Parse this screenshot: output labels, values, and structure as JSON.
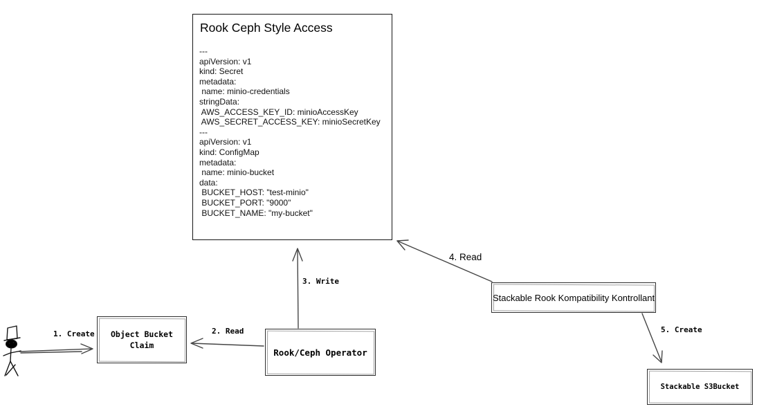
{
  "diagram": {
    "big_box": {
      "title": "Rook Ceph Style Access",
      "yaml": "---\napiVersion: v1\nkind: Secret\nmetadata:\n name: minio-credentials\nstringData:\n AWS_ACCESS_KEY_ID: minioAccessKey\n AWS_SECRET_ACCESS_KEY: minioSecretKey\n---\napiVersion: v1\nkind: ConfigMap\nmetadata:\n name: minio-bucket\ndata:\n BUCKET_HOST: \"test-minio\"\n BUCKET_PORT: \"9000\"\n BUCKET_NAME: \"my-bucket\""
    },
    "nodes": {
      "object_bucket_claim": {
        "label": "Object Bucket\nClaim"
      },
      "rook_ceph_operator": {
        "label": "Rook/Ceph Operator"
      },
      "stackable_kontrollant": {
        "label": "Stackable Rook Kompatibility Kontrollant"
      },
      "stackable_s3bucket": {
        "label": "Stackable S3Bucket"
      }
    },
    "edges": {
      "create_obc": {
        "label": "1. Create"
      },
      "read_obc": {
        "label": "2. Read"
      },
      "write_access": {
        "label": "3. Write"
      },
      "read_access": {
        "label": "4. Read"
      },
      "create_s3": {
        "label": "5. Create"
      }
    },
    "icons": {
      "actor": "stick-figure-user-icon"
    },
    "colors": {
      "stroke": "#454545",
      "border": "#2e2e2e",
      "text": "#000000",
      "background": "#ffffff"
    }
  }
}
